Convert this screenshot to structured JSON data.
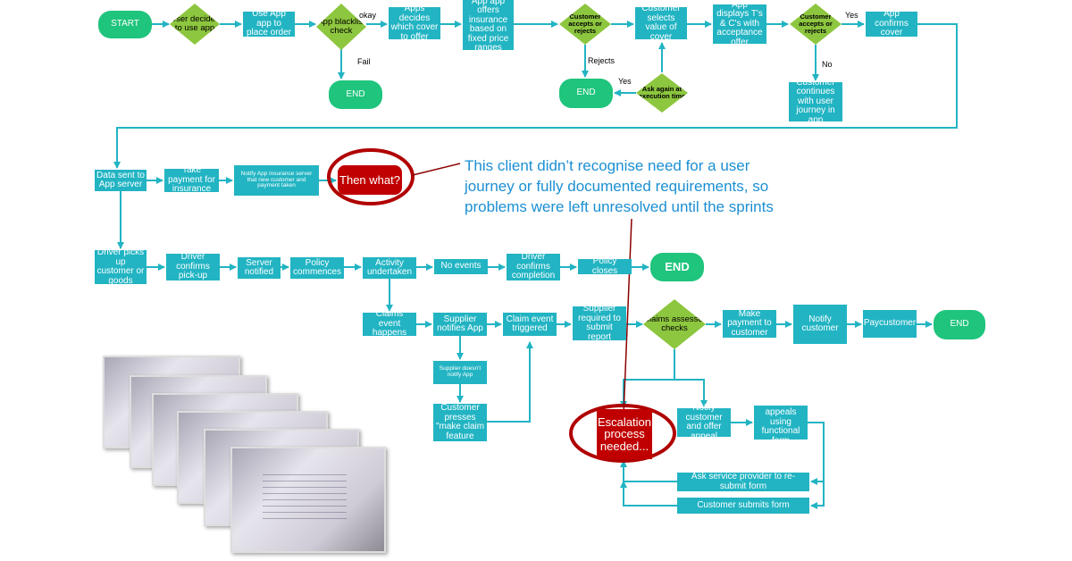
{
  "colors": {
    "process": "#22b4c3",
    "decision": "#8dc63f",
    "terminal": "#1fc47d",
    "problem": "#c00000",
    "annotation": "#1b8fd3"
  },
  "row1": {
    "start": "START",
    "user_decides": "User decides to use app",
    "use_app": "Use App app to place order",
    "blacklist": "App blacklist check",
    "okay": "okay",
    "fail": "Fail",
    "end_fail": "END",
    "apps_decides": "Apps decides which cover to offer",
    "offers": "App app offers insurance based on fixed price ranges",
    "accepts1": "Customer accepts or rejects",
    "rejects": "Rejects",
    "end_reject": "END",
    "ask_again": "Ask again at execution time",
    "yes_ask": "Yes",
    "selects": "Customer selects value of cover",
    "displays": "App displays T's & C's with acceptance offer",
    "accepts2": "Customer accepts or rejects",
    "yes2": "Yes",
    "no2": "No",
    "continues": "Customer continues with user journey in app",
    "confirms": "App confirms cover"
  },
  "row2": {
    "data_sent": "Data sent to App server",
    "take_payment": "Take payment for insurance",
    "notify_server": "Notify App insurance server that new customer and payment taken",
    "then_what": "Then what?"
  },
  "annotation": {
    "lines": [
      "This client didn’t recognise need for a user",
      "journey or fully documented requirements, so",
      "problems were left unresolved until the sprints"
    ]
  },
  "row3": {
    "driver_picks": "Driver picks up customer or goods",
    "driver_confirms": "Driver confirms pick-up",
    "server_notified": "Server notified",
    "policy_commences": "Policy commences",
    "activity": "Activity undertaken",
    "no_events": "No events",
    "driver_completion": "Driver confirms completion",
    "policy_closes": "Policy closes",
    "end": "END"
  },
  "row4": {
    "claims_event": "Claims event happens",
    "supplier_notifies": "Supplier notifies App",
    "claim_triggered": "Claim event triggered",
    "supplier_report": "Supplier required to submit report",
    "assessor": "Claims assessor checks",
    "make_payment": "Make payment to customer",
    "notify_customer": "Notify customer",
    "pay_customer": "Paycustomer",
    "end": "END",
    "supplier_doesnt": "Supplier doesn't notify App",
    "customer_presses": "Customer presses \"make claim feature",
    "escalation": "Escalation process needed...",
    "notify_appeal": "Notify customer and offer appeal",
    "appeals": "Customer appeals using functional form",
    "resubmit": "Ask service provider to re-submit form",
    "submits": "Customer submits form"
  }
}
